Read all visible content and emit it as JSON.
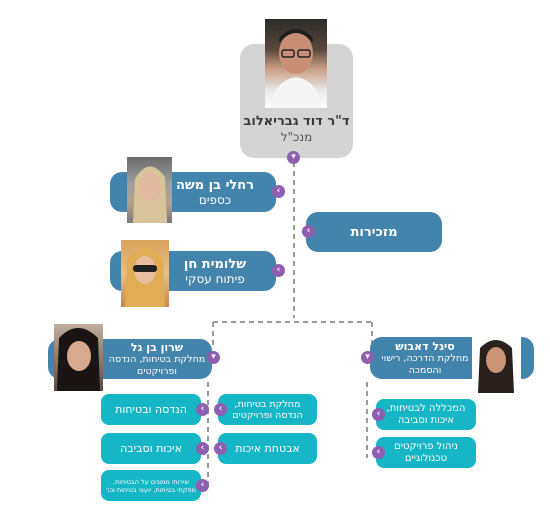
{
  "ceo": {
    "name": "ד\"ר דוד גבריאלוב",
    "title": "מנכ\"ל"
  },
  "left_people": [
    {
      "name": "רחלי בן משה",
      "role": "כספים"
    },
    {
      "name": "שלומית חן",
      "role": "פיתוח עסקי"
    }
  ],
  "secretariat": {
    "label": "מזכירות"
  },
  "dept_left": {
    "name": "שרון בן גל",
    "role": "מחלקת בטיחות, הנדסה ופרויקטים"
  },
  "dept_right": {
    "name": "סיגל דאבוש",
    "role": "מחלקת הדרכה, רישוי והסמכה"
  },
  "units_left": [
    {
      "label": "הנדסה ובטיחות"
    },
    {
      "label": "איכות וסביבה"
    },
    {
      "label": "שירותי ממונים על הבטיחות, מפקחי בטיחות, יועצי בטיחות וכו'"
    }
  ],
  "units_mid": [
    {
      "label": "מחלקת בטיחות, הנדסה ופרויקטים"
    },
    {
      "label": "אבטחת איכות"
    }
  ],
  "units_right": [
    {
      "label": "המכללה לבטיחות, איכות וסביבה"
    },
    {
      "label": "ניהול פרויקטים טכנולוגיים"
    }
  ],
  "colors": {
    "blue": "#4384ad",
    "teal": "#16b6c6",
    "gray": "#d4d4d4",
    "chevron": "#8e5fae"
  },
  "icons": {
    "chevron": "chevron-left-icon",
    "chevron_down": "chevron-down-icon"
  }
}
